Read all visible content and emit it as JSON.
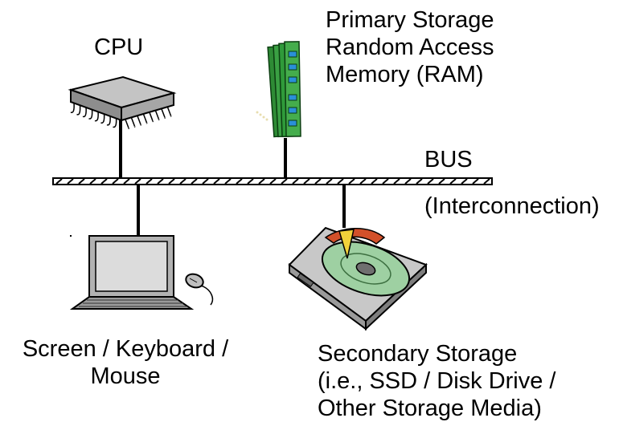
{
  "labels": {
    "cpu": "CPU",
    "ram": [
      "Primary Storage",
      "Random Access",
      "Memory (RAM)"
    ],
    "bus": "BUS",
    "interconnection": "(Interconnection)",
    "io": [
      "Screen / Keyboard /",
      "Mouse"
    ],
    "secondary": [
      "Secondary Storage",
      "(i.e., SSD / Disk Drive /",
      "Other Storage Media)"
    ]
  },
  "icons": {
    "cpu": "cpu-chip-icon",
    "ram": "ram-module-icon",
    "laptop": "laptop-icon",
    "mouse": "mouse-icon",
    "disk": "hard-disk-icon"
  },
  "colors": {
    "ram_board": "#2f9a3a",
    "chip_body": "#b9b9b9",
    "disk_platter": "#9ed0a2",
    "disk_arc": "#d2502a",
    "disk_body": "#c8c8c8"
  }
}
